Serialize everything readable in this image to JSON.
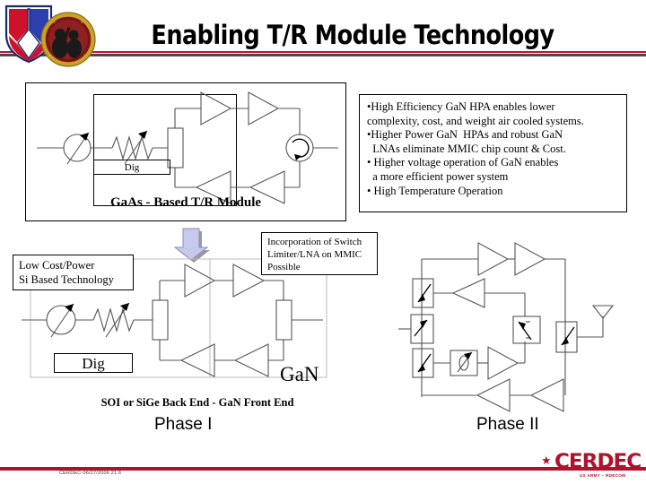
{
  "header": {
    "title": "Enabling T/R Module Technology",
    "logo_shield": "amc-shield-logo",
    "logo_seal": "army-seal-logo"
  },
  "top_diagram": {
    "caption": "GaAs - Based T/R Module",
    "dig_label": "Dig",
    "components": [
      "variable-phase-shifter",
      "variable-attenuator",
      "switch",
      "amplifier",
      "amplifier",
      "amplifier",
      "amplifier",
      "circulator"
    ]
  },
  "bullets": [
    "•High Efficiency GaN HPA enables lower",
    "complexity, cost, and weight air cooled systems.",
    "•Higher Power GaN  HPAs and robust GaN",
    "  LNAs eliminate MMIC chip count & Cost.",
    "• Higher voltage operation of GaN enables",
    "  a more efficient power system",
    "• High Temperature Operation"
  ],
  "phase1": {
    "note_left": [
      "Low Cost/Power",
      "Si Based Technology"
    ],
    "note_right": [
      "Incorporation of Switch",
      "Limiter/LNA on MMIC",
      "Possible"
    ],
    "dig_label": "Dig",
    "gan_label": "GaN",
    "caption": "SOI or SiGe Back End - GaN Front End",
    "phase_label": "Phase I"
  },
  "phase2": {
    "phase_label": "Phase II",
    "components": [
      "switch",
      "switch",
      "switch",
      "switch",
      "phase-shifter",
      "amplifier",
      "amplifier",
      "amplifier",
      "amplifier",
      "amplifier",
      "amplifier",
      "antenna"
    ]
  },
  "footer": {
    "revision_text": "CERDEC-06/27/2006 21.6",
    "logo_word": "CERDEC",
    "logo_sub": "US ARMY – RDECOM",
    "accent_color": "#b0122b"
  }
}
